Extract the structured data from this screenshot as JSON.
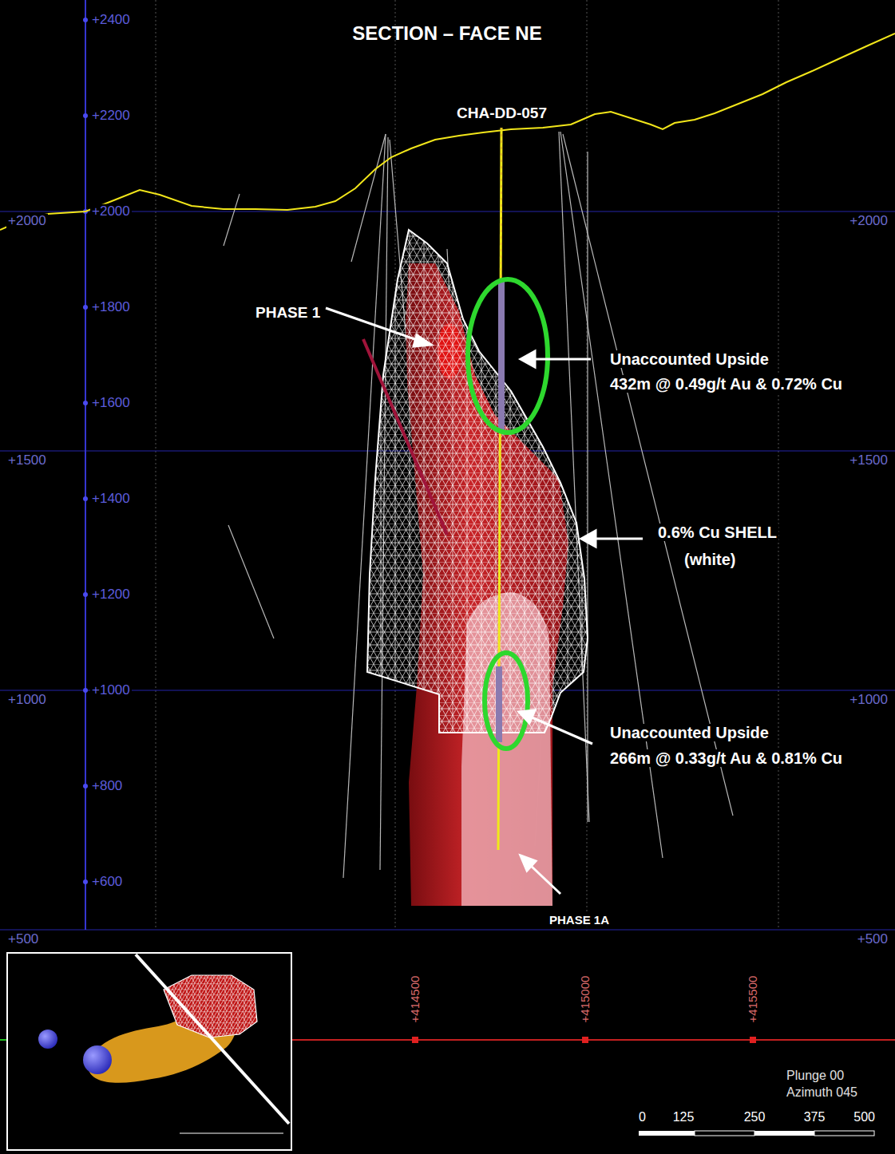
{
  "diagram": {
    "title": "SECTION – FACE NE",
    "labels": [
      "CHA-DD-057",
      "PHASE 1",
      "Unaccounted Upside",
      "432m @ 0.49g/t Au & 0.72% Cu",
      "0.6% Cu SHELL",
      "(white)",
      "Unaccounted Upside",
      "266m @ 0.33g/t Au & 0.81% Cu",
      "PHASE 1A",
      "+2400",
      "+2200",
      "+2000",
      "+1800",
      "+1600",
      "+1400",
      "+1200",
      "+1000",
      "+800",
      "+600",
      "+2000",
      "+1500",
      "+1000",
      "+500",
      "+2000",
      "+1500",
      "+1000",
      "+500",
      "+414500",
      "+415000",
      "+415500",
      "Plunge 00",
      "Azimuth 045",
      "0",
      "125",
      "250",
      "375",
      "500"
    ]
  }
}
